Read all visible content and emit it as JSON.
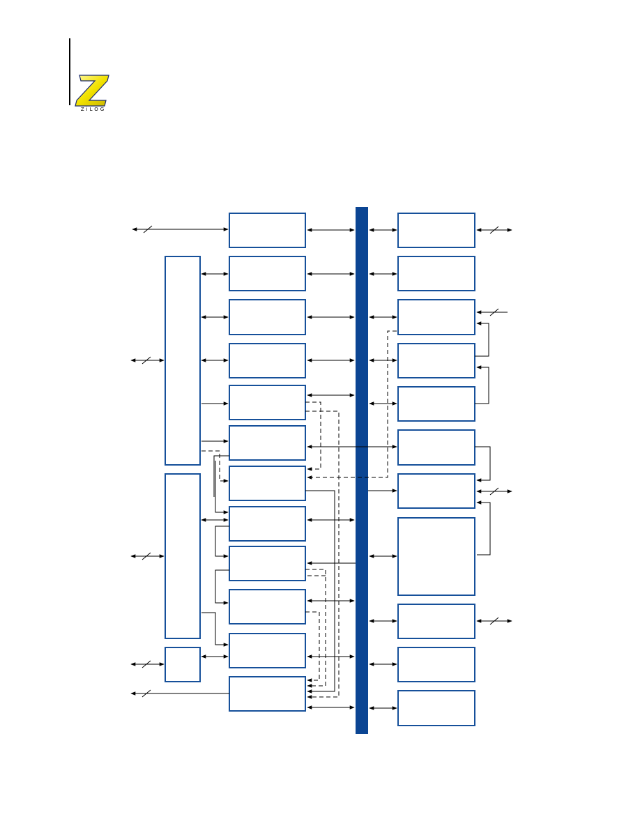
{
  "brand": {
    "logo_text": "ZiLOG",
    "logo_color": "#f2e200",
    "logo_outline": "#1a2a6c"
  },
  "colors": {
    "box_border": "#16509a",
    "bus": "#0b4593",
    "line": "#000000"
  },
  "diagram": {
    "blocks": [
      {
        "id": "center-1",
        "label": ""
      },
      {
        "id": "center-2",
        "label": ""
      },
      {
        "id": "center-3",
        "label": ""
      },
      {
        "id": "center-4",
        "label": ""
      },
      {
        "id": "center-5",
        "label": ""
      },
      {
        "id": "center-6",
        "label": ""
      },
      {
        "id": "center-7",
        "label": ""
      },
      {
        "id": "center-8",
        "label": ""
      },
      {
        "id": "center-9",
        "label": ""
      },
      {
        "id": "center-10",
        "label": ""
      },
      {
        "id": "center-11",
        "label": ""
      },
      {
        "id": "center-12",
        "label": ""
      },
      {
        "id": "right-1",
        "label": ""
      },
      {
        "id": "right-2",
        "label": ""
      },
      {
        "id": "right-3",
        "label": ""
      },
      {
        "id": "right-4",
        "label": ""
      },
      {
        "id": "right-5",
        "label": ""
      },
      {
        "id": "right-6",
        "label": ""
      },
      {
        "id": "right-7",
        "label": ""
      },
      {
        "id": "right-8",
        "label": ""
      },
      {
        "id": "right-9",
        "label": ""
      },
      {
        "id": "right-10",
        "label": ""
      },
      {
        "id": "right-11",
        "label": ""
      },
      {
        "id": "left-1",
        "label": ""
      },
      {
        "id": "left-2",
        "label": ""
      },
      {
        "id": "left-3",
        "label": ""
      }
    ]
  }
}
